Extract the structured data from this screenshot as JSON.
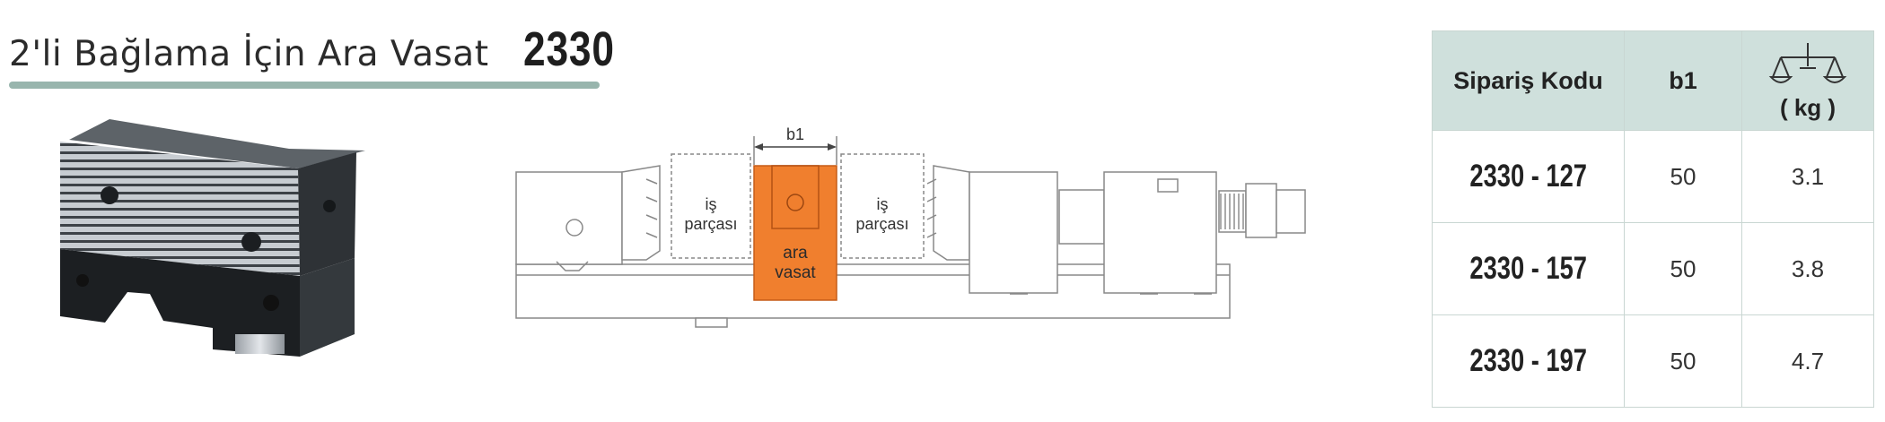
{
  "header": {
    "title": "2'li Bağlama İçin Ara Vasat",
    "code": "2330"
  },
  "diagram": {
    "dimension_label": "b1",
    "workpiece_label_line1": "iş",
    "workpiece_label_line2": "parçası",
    "insert_label_line1": "ara",
    "insert_label_line2": "vasat"
  },
  "table": {
    "headers": {
      "order_code": "Sipariş Kodu",
      "b1": "b1",
      "weight_unit": "( kg )",
      "weight_icon": "scale-icon"
    },
    "rows": [
      {
        "code": "2330 - 127",
        "b1": "50",
        "kg": "3.1"
      },
      {
        "code": "2330 - 157",
        "b1": "50",
        "kg": "3.8"
      },
      {
        "code": "2330 - 197",
        "b1": "50",
        "kg": "4.7"
      }
    ]
  },
  "colors": {
    "accent_bar": "#98b5ad",
    "header_bg": "#cfe0dc",
    "insert_orange": "#f07f2e"
  }
}
